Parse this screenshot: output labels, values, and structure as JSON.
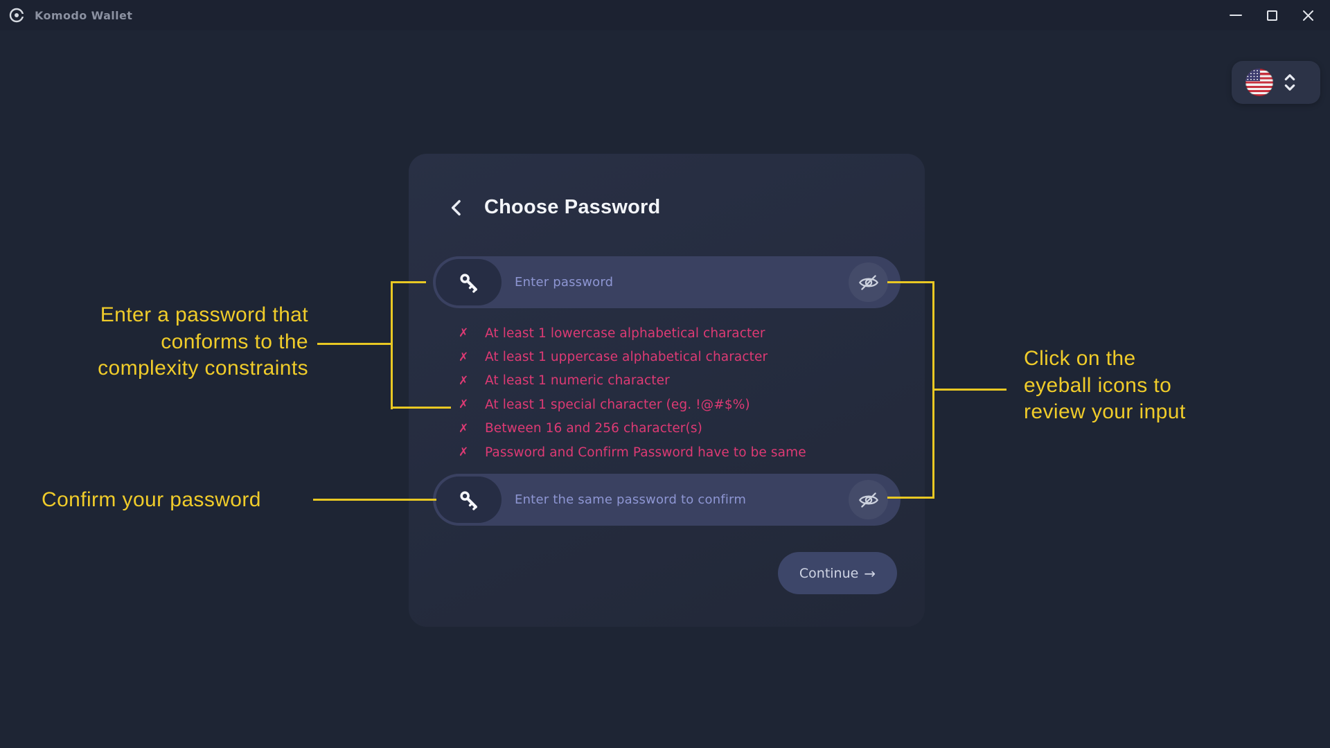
{
  "window": {
    "app_title": "Komodo Wallet"
  },
  "language_selector": {
    "flag_icon": "us-flag-icon",
    "chevron_icon": "up-down-chevron-icon"
  },
  "dialog": {
    "title": "Choose Password",
    "password_field": {
      "placeholder": "Enter password",
      "left_icon": "key-icon",
      "right_icon": "eye-off-icon"
    },
    "confirm_field": {
      "placeholder": "Enter the same password to confirm",
      "left_icon": "key-icon",
      "right_icon": "eye-off-icon"
    },
    "requirements": [
      {
        "mark": "✗",
        "text": "At least 1 lowercase alphabetical character"
      },
      {
        "mark": "✗",
        "text": "At least 1 uppercase alphabetical character"
      },
      {
        "mark": "✗",
        "text": "At least 1 numeric character"
      },
      {
        "mark": "✗",
        "text": "At least 1 special character (eg. !@#$%)"
      },
      {
        "mark": "✗",
        "text": "Between 16 and 256 character(s)"
      },
      {
        "mark": "✗",
        "text": "Password and Confirm Password have to be same"
      }
    ],
    "continue_button": {
      "label": "Continue",
      "arrow": "→"
    }
  },
  "annotations": {
    "password_note": {
      "lines": [
        "Enter a password that",
        "conforms to the",
        "complexity constraints"
      ]
    },
    "confirm_note": {
      "text": "Confirm your password"
    },
    "eyeball_note": {
      "lines": [
        "Click on the",
        "eyeball icons to",
        "review your input"
      ]
    }
  },
  "colors": {
    "background": "#1e2534",
    "titlebar": "#1c2231",
    "card": "#252c3f",
    "input": "#3a4161",
    "input_icon_bg": "#262d44",
    "placeholder": "#8e96d3",
    "error_pink": "#de3a74",
    "annotation_yellow": "#f0cc2a",
    "button": "#3d4669"
  }
}
